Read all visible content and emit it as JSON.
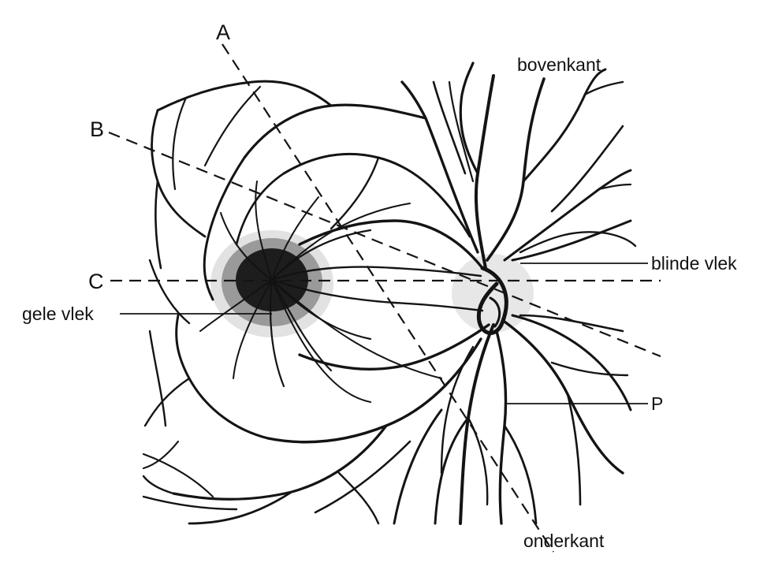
{
  "labels": {
    "a": "A",
    "b": "B",
    "c": "C",
    "gele_vlek": "gele vlek",
    "bovenkant": "bovenkant",
    "blinde_vlek": "blinde vlek",
    "p": "P",
    "onderkant": "onderkant"
  },
  "colors": {
    "ink": "#141414",
    "background": "#ffffff"
  }
}
